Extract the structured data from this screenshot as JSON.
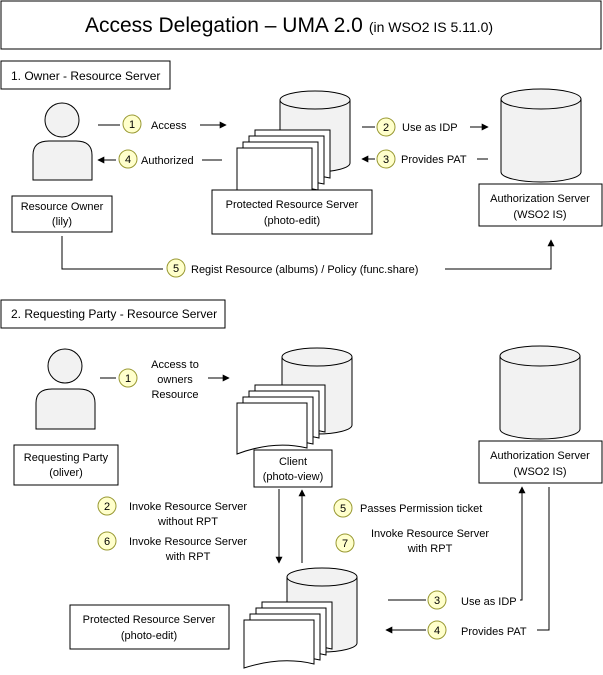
{
  "title": {
    "main": "Access Delegation – UMA 2.0",
    "sub": "(in WSO2 IS 5.11.0)"
  },
  "section1": {
    "header": "1. Owner - Resource Server",
    "owner": {
      "line1": "Resource Owner",
      "line2": "(lily)"
    },
    "resource_server": {
      "line1": "Protected Resource Server",
      "line2": "(photo-edit)"
    },
    "auth_server": {
      "line1": "Authorization Server",
      "line2": "(WSO2 IS)"
    },
    "steps": [
      {
        "num": "1",
        "label": "Access"
      },
      {
        "num": "2",
        "label": "Use as IDP"
      },
      {
        "num": "3",
        "label": "Provides PAT"
      },
      {
        "num": "4",
        "label": "Authorized"
      },
      {
        "num": "5",
        "label": "Regist Resource (albums) / Policy (func.share)"
      }
    ]
  },
  "section2": {
    "header": "2. Requesting Party - Resource Server",
    "party": {
      "line1": "Requesting Party",
      "line2": "(oliver)"
    },
    "client": {
      "line1": "Client",
      "line2": "(photo-view)"
    },
    "auth_server": {
      "line1": "Authorization Server",
      "line2": "(WSO2 IS)"
    },
    "resource_server": {
      "line1": "Protected Resource Server",
      "line2": "(photo-edit)"
    },
    "steps": [
      {
        "num": "1",
        "lines": [
          "Access to",
          "owners",
          "Resource"
        ]
      },
      {
        "num": "2",
        "lines": [
          "Invoke Resource Server",
          "without RPT"
        ]
      },
      {
        "num": "3",
        "lines": [
          "Use as IDP"
        ]
      },
      {
        "num": "4",
        "lines": [
          "Provides PAT"
        ]
      },
      {
        "num": "5",
        "lines": [
          "Passes Permission ticket"
        ]
      },
      {
        "num": "6",
        "lines": [
          "Invoke Resource Server",
          "with RPT"
        ]
      },
      {
        "num": "7",
        "lines": [
          "Invoke Resource Server",
          "with RPT"
        ]
      }
    ]
  },
  "colors": {
    "badge_fill": "#ffffcc",
    "badge_stroke": "#999933",
    "shape_fill": "#f2f2f2",
    "line": "#000000"
  }
}
